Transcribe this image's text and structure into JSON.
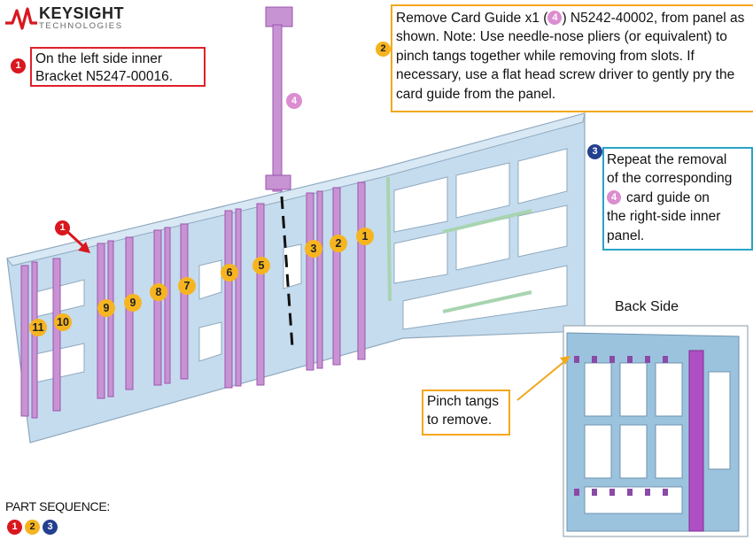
{
  "logo": {
    "brand": "KEYSIGHT",
    "sub": "TECHNOLOGIES"
  },
  "step1": {
    "number": "1",
    "text_line1": "On the left side inner",
    "text_line2": "Bracket N5247-00016."
  },
  "step2": {
    "number": "2",
    "text_before_badge": "Remove Card Guide x1 (",
    "badge": "4",
    "text_after_badge": ") N5242-40002, from",
    "text_rest": "panel as shown. Note: Use needle-nose pliers (or equivalent) to pinch tangs together while removing from slots. If necessary, use a flat head screw driver to gently pry the card guide from the panel."
  },
  "step3": {
    "number": "3",
    "line1": "Repeat the removal",
    "line2": "of the corresponding",
    "badge": "4",
    "line3": "card guide on",
    "line4": "the right-side inner",
    "line5": "panel."
  },
  "part4_label": "4",
  "pointer1_label": "1",
  "slot_labels": [
    "1",
    "2",
    "3",
    "5",
    "6",
    "7",
    "8",
    "9",
    "9",
    "10",
    "11"
  ],
  "back_side_label": "Back Side",
  "pinch": {
    "line1": "Pinch tangs",
    "line2": "to remove."
  },
  "sequence": {
    "label": "PART SEQUENCE:",
    "steps": [
      "1",
      "2",
      "3"
    ]
  },
  "colors": {
    "panel": "#b9d6ec",
    "guide": "#c893d2",
    "guide_dark": "#9b55b0",
    "red": "#d8171f",
    "orange": "#f5b31f",
    "navy": "#233f8f",
    "blue_box": "#2aa3c7"
  }
}
